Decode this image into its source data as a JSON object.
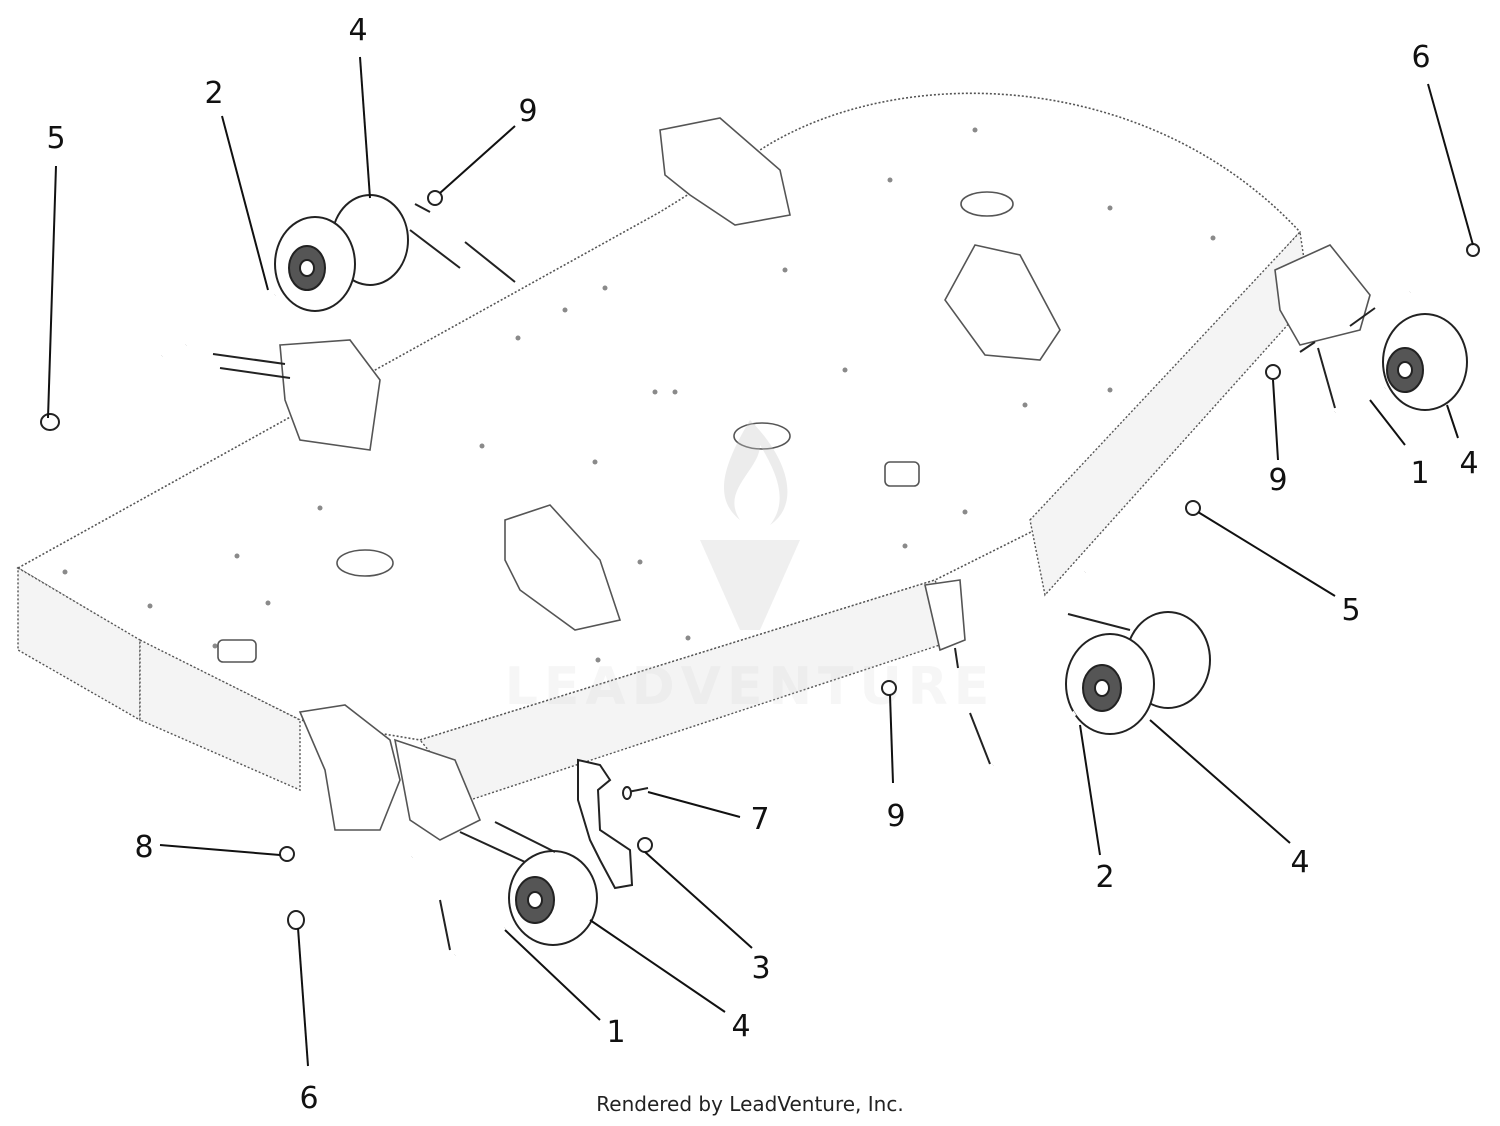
{
  "watermark": {
    "text": "LEADVENTURE"
  },
  "footer": {
    "credit": "Rendered by LeadVenture, Inc."
  },
  "callouts": [
    {
      "id": "c5a",
      "label": "5"
    },
    {
      "id": "c2a",
      "label": "2"
    },
    {
      "id": "c4a",
      "label": "4"
    },
    {
      "id": "c9a",
      "label": "9"
    },
    {
      "id": "c6a",
      "label": "6"
    },
    {
      "id": "c9b",
      "label": "9"
    },
    {
      "id": "c1a",
      "label": "1"
    },
    {
      "id": "c4b",
      "label": "4"
    },
    {
      "id": "c5b",
      "label": "5"
    },
    {
      "id": "c7",
      "label": "7"
    },
    {
      "id": "c9c",
      "label": "9"
    },
    {
      "id": "c8",
      "label": "8"
    },
    {
      "id": "c2b",
      "label": "2"
    },
    {
      "id": "c4c",
      "label": "4"
    },
    {
      "id": "c3",
      "label": "3"
    },
    {
      "id": "c1b",
      "label": "1"
    },
    {
      "id": "c4d",
      "label": "4"
    },
    {
      "id": "c6b",
      "label": "6"
    }
  ]
}
